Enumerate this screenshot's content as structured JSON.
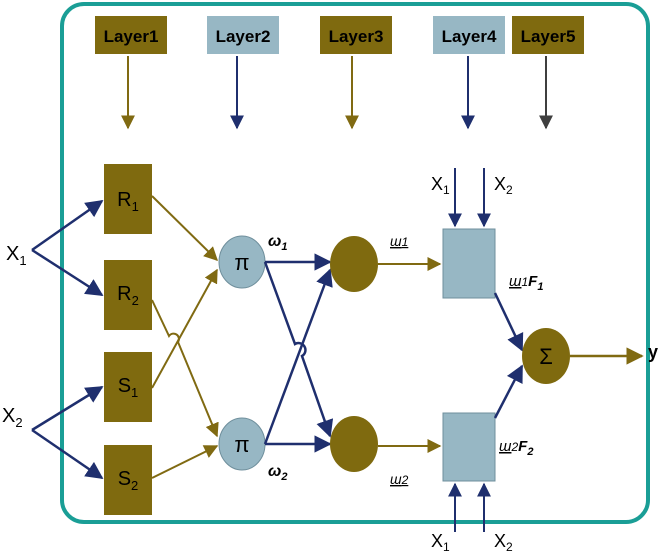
{
  "colors": {
    "frame": "#1a9e96",
    "olive": "#806a12",
    "olive_fill": "#7f6a0f",
    "blue_box": "#97b7c4",
    "navy": "#1f2f6e",
    "dark_gray": "#3f3f3f",
    "text": "#000000"
  },
  "layers": [
    {
      "label": "Layer1",
      "style": "olive"
    },
    {
      "label": "Layer2",
      "style": "blue"
    },
    {
      "label": "Layer3",
      "style": "olive"
    },
    {
      "label": "Layer4",
      "style": "blue"
    },
    {
      "label": "Layer5",
      "style": "olive"
    }
  ],
  "inputs": {
    "x1": {
      "base": "X",
      "sub": "1"
    },
    "x2": {
      "base": "X",
      "sub": "2"
    }
  },
  "membership": [
    {
      "base": "R",
      "sub": "1"
    },
    {
      "base": "R",
      "sub": "2"
    },
    {
      "base": "S",
      "sub": "1"
    },
    {
      "base": "S",
      "sub": "2"
    }
  ],
  "product_nodes": [
    "π",
    "π"
  ],
  "weights": [
    {
      "base": "ω",
      "sub": "1"
    },
    {
      "base": "ω",
      "sub": "2"
    }
  ],
  "normalized_weights": [
    {
      "base": "ш",
      "sub": "1"
    },
    {
      "base": "ш",
      "sub": "2"
    }
  ],
  "layer4_inputs": {
    "top": [
      {
        "base": "X",
        "sub": "1"
      },
      {
        "base": "X",
        "sub": "2"
      }
    ],
    "bottom": [
      {
        "base": "X",
        "sub": "1"
      },
      {
        "base": "X",
        "sub": "2"
      }
    ]
  },
  "rule_outputs": [
    {
      "w": "ш",
      "wsub": "1",
      "f": "F",
      "fsub": "1"
    },
    {
      "w": "ш",
      "wsub": "2",
      "f": "F",
      "fsub": "2"
    }
  ],
  "sum_symbol": "Σ",
  "output": "y"
}
